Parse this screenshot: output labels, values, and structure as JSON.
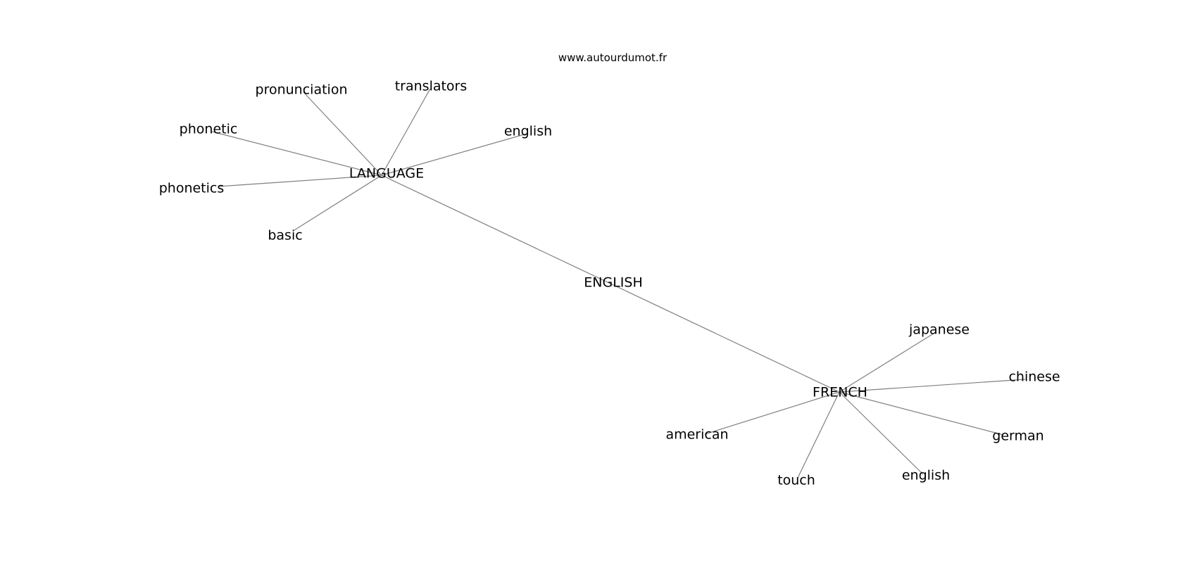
{
  "source": "www.autourdumot.fr",
  "colors": {
    "edge": "#808080",
    "text": "#000000",
    "background": "#ffffff"
  },
  "nodes": {
    "english_center": "ENGLISH",
    "language": "LANGUAGE",
    "french": "FRENCH",
    "pronunciation": "pronunciation",
    "translators": "translators",
    "phonetic": "phonetic",
    "english_lang": "english",
    "phonetics": "phonetics",
    "basic": "basic",
    "japanese": "japanese",
    "chinese": "chinese",
    "american": "american",
    "german": "german",
    "english_french": "english",
    "touch": "touch"
  },
  "edges": [
    [
      "language",
      "french"
    ],
    [
      "language",
      "pronunciation"
    ],
    [
      "language",
      "translators"
    ],
    [
      "language",
      "phonetic"
    ],
    [
      "language",
      "english_lang"
    ],
    [
      "language",
      "phonetics"
    ],
    [
      "language",
      "basic"
    ],
    [
      "french",
      "japanese"
    ],
    [
      "french",
      "chinese"
    ],
    [
      "french",
      "american"
    ],
    [
      "french",
      "german"
    ],
    [
      "french",
      "english_french"
    ],
    [
      "french",
      "touch"
    ]
  ]
}
